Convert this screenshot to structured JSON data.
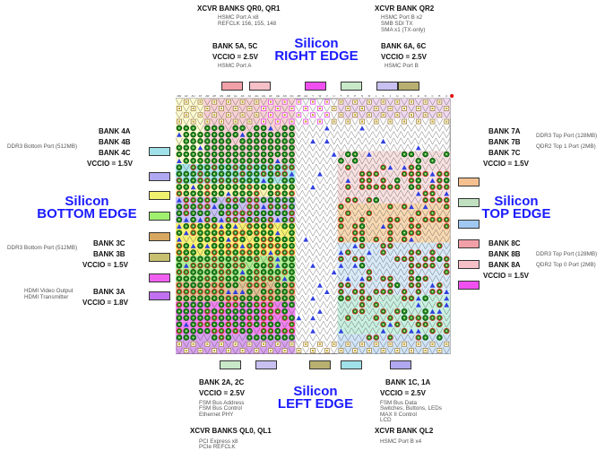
{
  "top": {
    "xcvr_right_title": "XCVR BANKS QR0, QR1",
    "xcvr_right_lines": [
      "HSMC Port A x8",
      "REFCLK 156, 155, 148"
    ],
    "xcvr_qr2_title": "XCVR BANK QR2",
    "xcvr_qr2_lines": [
      "HSMC Port B x2",
      "SMB SDI TX",
      "SMA x1 (TX-only)"
    ],
    "bank5": "BANK 5A, 5C",
    "bank5_vccio": "VCCIO = 2.5V",
    "bank5_use": "HSMC Port A",
    "bank6": "BANK 6A, 6C",
    "bank6_vccio": "VCCIO = 2.5V",
    "bank6_use": "HSMC Port B",
    "edge": [
      "Silicon",
      "RIGHT EDGE"
    ]
  },
  "left": {
    "bank4": [
      "BANK 4A",
      "BANK 4B",
      "BANK 4C"
    ],
    "bank4_vccio": "VCCIO = 1.5V",
    "bank4_use": "DDR3 Bottom Port (512MB)",
    "edge": [
      "Silicon",
      "BOTTOM EDGE"
    ],
    "bank3cb": [
      "BANK 3C",
      "BANK 3B"
    ],
    "bank3cb_vccio": "VCCIO = 1.5V",
    "bank3cb_use": "DDR3 Bottom Port (512MB)",
    "bank3a": "BANK 3A",
    "bank3a_vccio": "VCCIO = 1.8V",
    "bank3a_use": [
      "HDMI Video Output",
      "HDMI Transmitter"
    ]
  },
  "right": {
    "bank7": [
      "BANK 7A",
      "BANK 7B",
      "BANK 7C"
    ],
    "bank7_vccio": "VCCIO = 1.5V",
    "bank7_use": [
      "DDR3 Top Port (128MB)",
      "QDR2 Top 1 Port (2MB)"
    ],
    "edge": [
      "Silicon",
      "TOP EDGE"
    ],
    "bank8": [
      "BANK 8C",
      "BANK 8B",
      "BANK 8A"
    ],
    "bank8_vccio": "VCCIO = 1.5V",
    "bank8_use": [
      "DDR3 Top Port (128MB)",
      "QDR2 Top 0 Port (2MB)"
    ]
  },
  "bottom": {
    "bank2": "BANK 2A, 2C",
    "bank2_vccio": "VCCIO = 2.5V",
    "bank2_use": [
      "FSM Bus Address",
      "FSM Bus Control",
      "Ethernet PHY"
    ],
    "edge": [
      "Silicon",
      "LEFT EDGE"
    ],
    "bank1": "BANK 1C, 1A",
    "bank1_vccio": "VCCIO = 2.5V",
    "bank1_use": [
      "FSM Bus Data",
      "Switches, Buttons, LEDs",
      "MAX II Control",
      "LCD"
    ],
    "xcvr_ql01_title": "XCVR BANKS QL0, QL1",
    "xcvr_ql01_lines": [
      "PCI Express x8",
      "PCIe REFCLK"
    ],
    "xcvr_ql2_title": "XCVR BANK QL2",
    "xcvr_ql2_lines": [
      "HSMC Port B x4"
    ]
  },
  "grid": {
    "columns": [
      "AW",
      "AV",
      "AU",
      "AT",
      "AR",
      "AP",
      "AN",
      "AM",
      "AL",
      "AK",
      "AJ",
      "AH",
      "AG",
      "AF",
      "AE",
      "AD",
      "AC",
      "AB",
      "AA",
      "Y",
      "W",
      "V",
      "U",
      "T",
      "R",
      "P",
      "N",
      "M",
      "L",
      "K",
      "J",
      "H",
      "G",
      "F",
      "E",
      "D",
      "C",
      "B",
      "A"
    ],
    "rows": 39
  },
  "colors": {
    "edge_label": "#1a1aff",
    "pin_green": "#1e8a1e",
    "legend_boxes": [
      "#f2a0a8",
      "#f5c0c8",
      "#f050f0",
      "#c8e8c8",
      "#c8c0f0",
      "#b8b070",
      "#a0e0e8",
      "#b0a8f0",
      "#f0f070",
      "#a0f070",
      "#d8a860",
      "#c8c070",
      "#f060f0",
      "#c070f0",
      "#f5c090",
      "#c0e0c0",
      "#a0c8f0"
    ]
  }
}
